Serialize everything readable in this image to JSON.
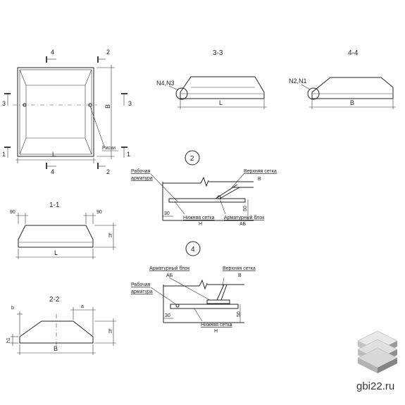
{
  "plan": {
    "cut_labels": [
      "4",
      "2",
      "3",
      "3",
      "1",
      "1",
      "4",
      "2"
    ],
    "dim_length": "L",
    "dim_width": "B",
    "marks_label": "Риски"
  },
  "section_33": {
    "title": "3-3",
    "callout": "N4,N3",
    "dim": "L"
  },
  "section_44": {
    "title": "4-4",
    "callout": "N2,N1",
    "dim": "B"
  },
  "detail_2": {
    "number": "2",
    "working_rebar": [
      "Рабочая",
      "арматура"
    ],
    "top_mesh": [
      "Верхняя сетка",
      "В"
    ],
    "bottom_mesh": [
      "Нижняя сетка",
      "Н"
    ],
    "rebar_block": [
      "Арматурный блок",
      "АБ"
    ],
    "dim_side": "30",
    "dim_height": "50"
  },
  "section_11": {
    "title": "1-1",
    "dim_left": "90",
    "dim_right": "90",
    "dim_height": "h",
    "dim_length": "L"
  },
  "detail_4": {
    "number": "4",
    "rebar_block": [
      "Арматурный блок",
      "АБ"
    ],
    "top_mesh": [
      "Верхняя сетка",
      "В"
    ],
    "working_rebar": [
      "Рабочая",
      "арматура"
    ],
    "bottom_mesh": [
      "Нижняя сетка",
      "Н"
    ],
    "dim_side": "30",
    "dim_height": "50"
  },
  "section_22": {
    "title": "2-2",
    "dim_b": "b",
    "dim_a": "a",
    "dim_h1": "h1",
    "dim_height": "h",
    "dim_width": "B"
  },
  "watermark": {
    "text": "gbi22.ru",
    "icon": "stacked-slabs-icon"
  }
}
